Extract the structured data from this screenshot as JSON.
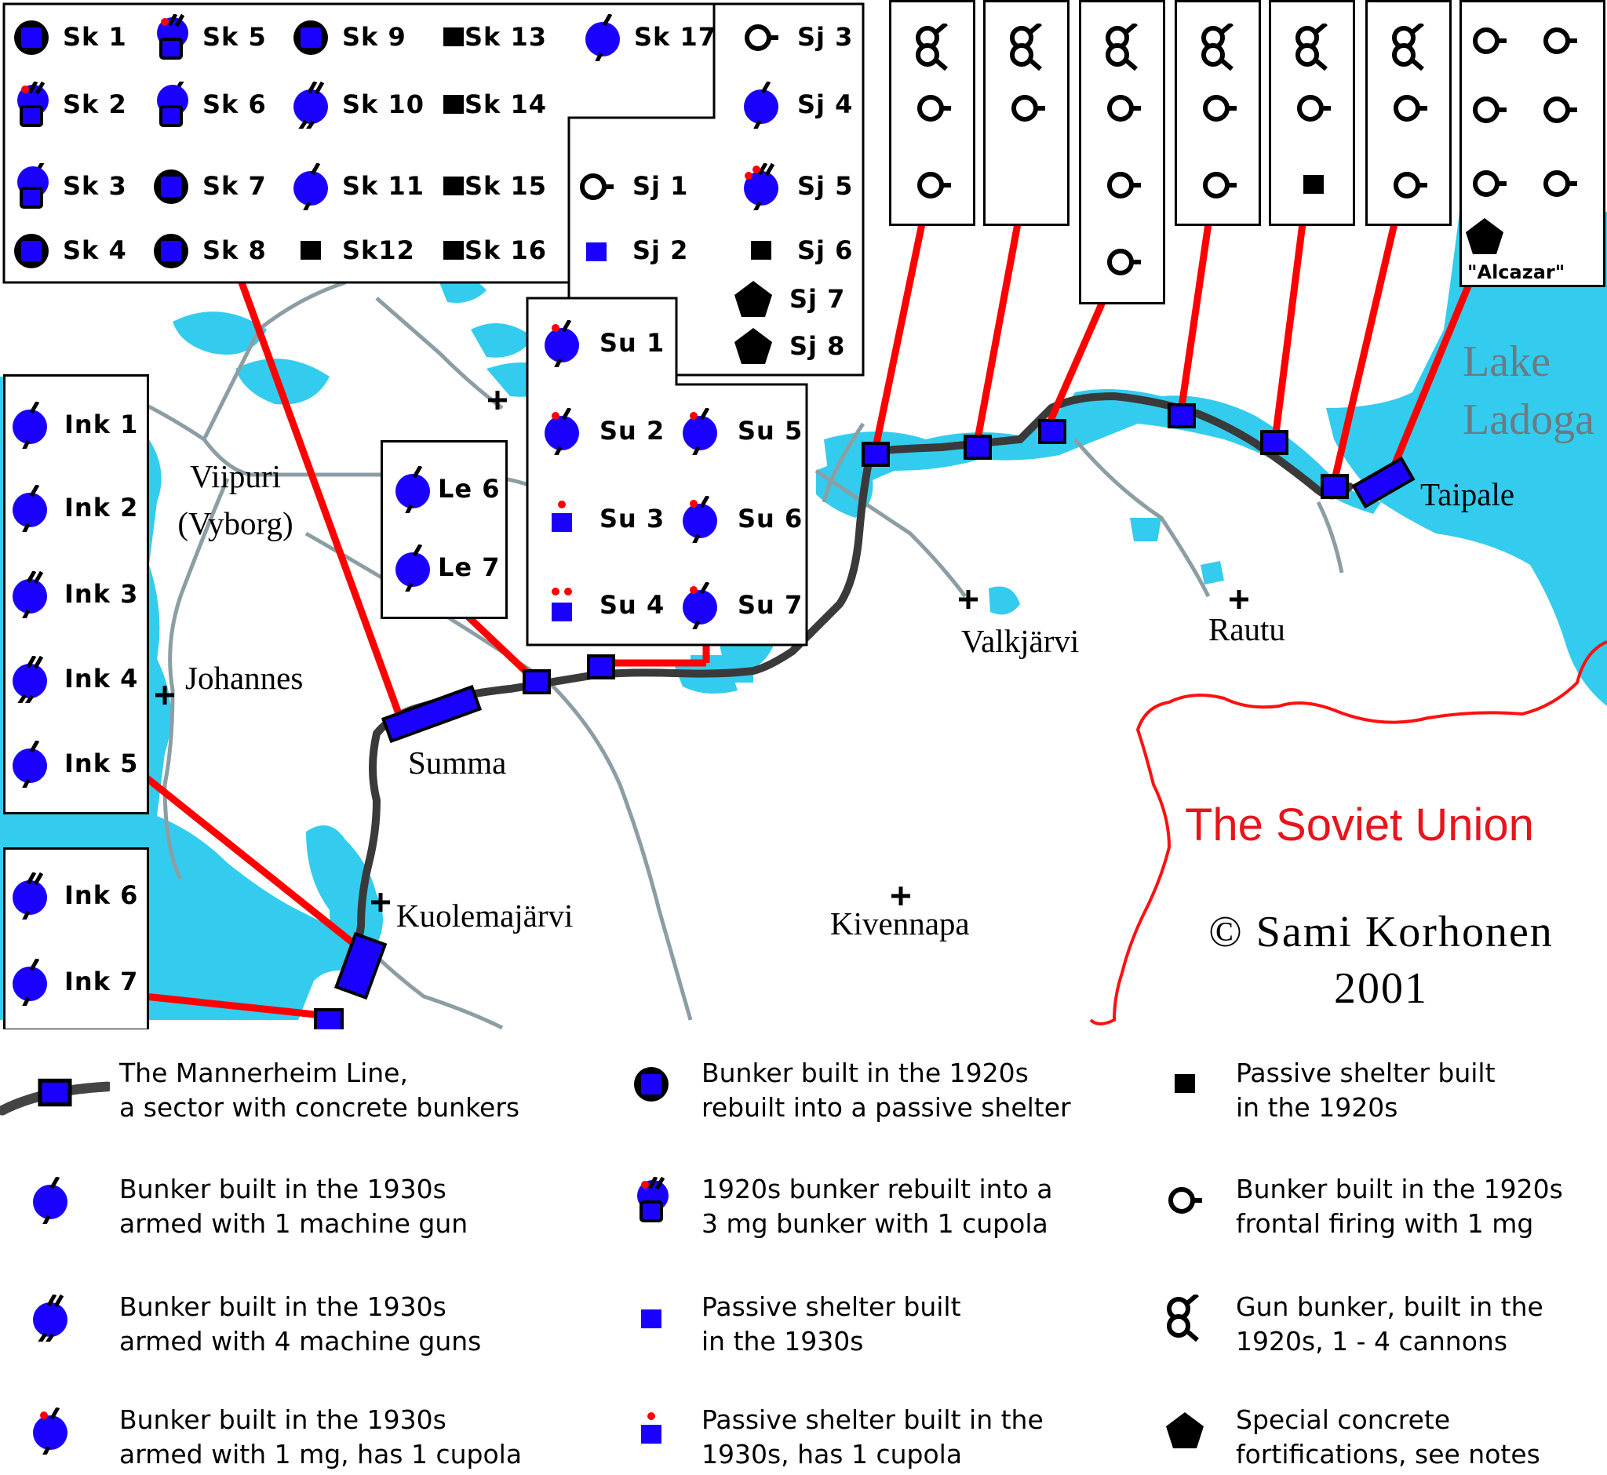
{
  "colors": {
    "water": "#33ccee",
    "bunker_blue": "#1a00ff",
    "link_red": "#ff0000",
    "line_dark": "#444444",
    "road": "#8c9ea4",
    "border_red": "#ff1010"
  },
  "sk_box": [
    {
      "label": "Sk 1",
      "icon": "1920s-rebuilt-shelter-icon"
    },
    {
      "label": "Sk 5",
      "icon": "1920s-rebuilt-3mg-cupola-icon"
    },
    {
      "label": "Sk 9",
      "icon": "1920s-rebuilt-shelter-icon"
    },
    {
      "label": "Sk 13",
      "icon": "passive-shelter-1920s-icon"
    },
    {
      "label": "Sk 17",
      "icon": "bunker-1930s-1mg-icon"
    },
    {
      "label": "Sk 2",
      "icon": "1920s-rebuilt-3mg-cupola-icon"
    },
    {
      "label": "Sk 6",
      "icon": "1920s-rebuilt-3mg-icon"
    },
    {
      "label": "Sk 10",
      "icon": "bunker-1930s-4mg-icon"
    },
    {
      "label": "Sk 14",
      "icon": "passive-shelter-1920s-icon"
    },
    {
      "label": "Sk 3",
      "icon": "1920s-rebuilt-3mg-icon"
    },
    {
      "label": "Sk 7",
      "icon": "1920s-rebuilt-shelter-icon"
    },
    {
      "label": "Sk 11",
      "icon": "bunker-1930s-1mg-icon"
    },
    {
      "label": "Sk 15",
      "icon": "passive-shelter-1920s-icon"
    },
    {
      "label": "Sk 4",
      "icon": "1920s-rebuilt-shelter-icon"
    },
    {
      "label": "Sk 8",
      "icon": "1920s-rebuilt-shelter-icon"
    },
    {
      "label": "Sk12",
      "icon": "passive-shelter-1920s-icon"
    },
    {
      "label": "Sk 16",
      "icon": "passive-shelter-1920s-icon"
    }
  ],
  "sj_box": [
    {
      "label": "Sj 3",
      "icon": "frontal-bunker-1920s-icon"
    },
    {
      "label": "Sj 4",
      "icon": "bunker-1930s-1mg-icon"
    },
    {
      "label": "Sj 1",
      "icon": "frontal-bunker-1920s-icon"
    },
    {
      "label": "Sj 5",
      "icon": "bunker-1930s-2cupola-icon"
    },
    {
      "label": "Sj 2",
      "icon": "passive-shelter-1930s-icon"
    },
    {
      "label": "Sj 6",
      "icon": "passive-shelter-1920s-icon"
    },
    {
      "label": "Sj 7",
      "icon": "special-fortification-icon"
    },
    {
      "label": "Sj 8",
      "icon": "special-fortification-icon"
    }
  ],
  "su_box": [
    {
      "label": "Su 1",
      "icon": "bunker-1930s-1mg-cupola-icon"
    },
    {
      "label": "Su 2",
      "icon": "bunker-1930s-1mg-cupola-icon"
    },
    {
      "label": "Su 5",
      "icon": "bunker-1930s-1mg-cupola-icon"
    },
    {
      "label": "Su 3",
      "icon": "passive-shelter-1930s-cupola-icon"
    },
    {
      "label": "Su 6",
      "icon": "bunker-1930s-1mg-cupola-icon"
    },
    {
      "label": "Su 4",
      "icon": "passive-shelter-1930s-2cupola-icon"
    },
    {
      "label": "Su 7",
      "icon": "bunker-1930s-1mg-cupola-icon"
    }
  ],
  "le_box": [
    {
      "label": "Le 6",
      "icon": "bunker-1930s-1mg-icon"
    },
    {
      "label": "Le 7",
      "icon": "bunker-1930s-1mg-icon"
    }
  ],
  "ink_box_a": [
    {
      "label": "Ink 1",
      "icon": "bunker-1930s-1mg-icon"
    },
    {
      "label": "Ink 2",
      "icon": "bunker-1930s-1mg-icon"
    },
    {
      "label": "Ink 3",
      "icon": "bunker-1930s-2mg-icon"
    },
    {
      "label": "Ink 4",
      "icon": "bunker-1930s-4mg-icon"
    },
    {
      "label": "Ink 5",
      "icon": "bunker-1930s-1mg-icon"
    }
  ],
  "ink_box_b": [
    {
      "label": "Ink 6",
      "icon": "bunker-1930s-2mg-icon"
    },
    {
      "label": "Ink 7",
      "icon": "bunker-1930s-1mg-icon"
    }
  ],
  "alcazar_label": "\"Alcazar\"",
  "places": {
    "viipuri": "Viipuri",
    "vyborg": "(Vyborg)",
    "johannes": "Johannes",
    "summa": "Summa",
    "kuolemajarvi": "Kuolemajärvi",
    "valkjarvi": "Valkjärvi",
    "rautu": "Rautu",
    "kivennapa": "Kivennapa",
    "taipale": "Taipale",
    "lake_line1": "Lake",
    "lake_line2": "Ladoga",
    "soviet": "The Soviet Union",
    "copyright": "© Sami Korhonen",
    "year": "2001"
  },
  "legend": [
    {
      "line1": "The Mannerheim Line,",
      "line2": "a sector with concrete bunkers",
      "icon": "mannerheim-line-icon"
    },
    {
      "line1": "Bunker built in the 1920s",
      "line2": "rebuilt into a passive shelter",
      "icon": "1920s-rebuilt-shelter-icon"
    },
    {
      "line1": "Passive shelter built",
      "line2": "in the 1920s",
      "icon": "passive-shelter-1920s-icon"
    },
    {
      "line1": "Bunker built in the 1930s",
      "line2": "armed with 1 machine gun",
      "icon": "bunker-1930s-1mg-icon"
    },
    {
      "line1": "1920s bunker rebuilt into a",
      "line2": "3 mg bunker with 1 cupola",
      "icon": "1920s-rebuilt-3mg-cupola-icon"
    },
    {
      "line1": "Bunker built in the 1920s",
      "line2": "frontal firing with 1 mg",
      "icon": "frontal-bunker-1920s-icon"
    },
    {
      "line1": "Bunker built in the 1930s",
      "line2": "armed with 4 machine guns",
      "icon": "bunker-1930s-4mg-icon"
    },
    {
      "line1": "Passive shelter built",
      "line2": "in the 1930s",
      "icon": "passive-shelter-1930s-icon"
    },
    {
      "line1": "Gun bunker, built in the",
      "line2": "1920s, 1 - 4 cannons",
      "icon": "gun-bunker-icon"
    },
    {
      "line1": "Bunker built in the 1930s",
      "line2": "armed with 1 mg, has 1 cupola",
      "icon": "bunker-1930s-1mg-cupola-icon"
    },
    {
      "line1": "Passive shelter built in the",
      "line2": "1930s, has 1 cupola",
      "icon": "passive-shelter-1930s-cupola-icon"
    },
    {
      "line1": "Special concrete",
      "line2": "fortifications, see notes",
      "icon": "special-fortification-icon"
    }
  ]
}
